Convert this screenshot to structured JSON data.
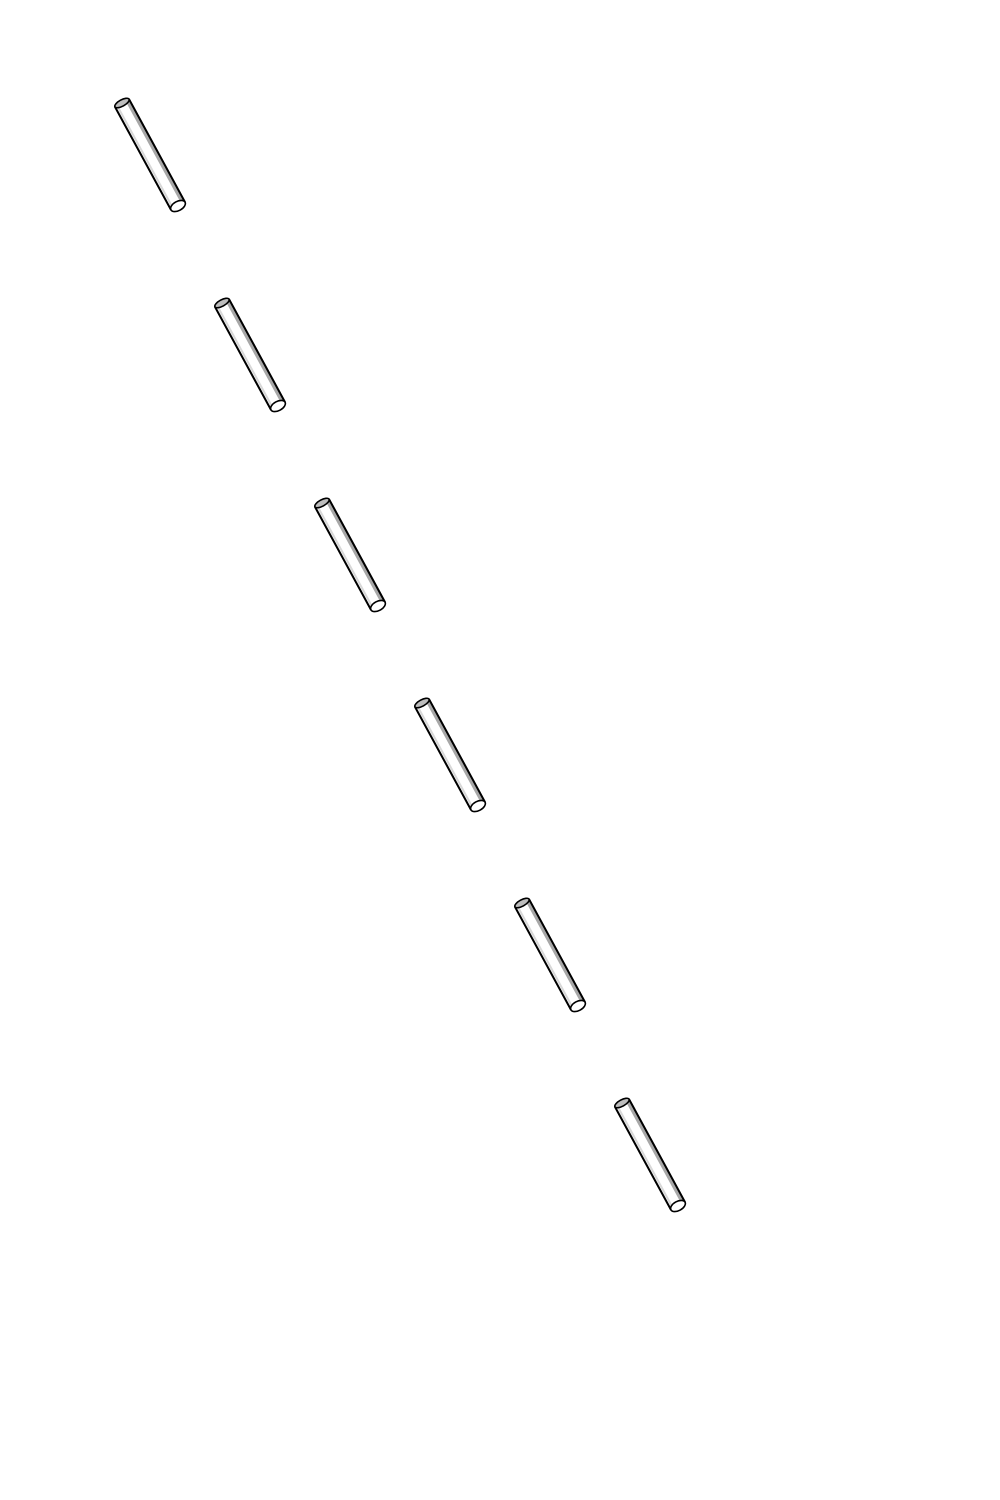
{
  "figure": {
    "description": "",
    "stroke_color": "#5a7060",
    "chalk_outline": "#000000",
    "chalk_highlight": "#ffffff",
    "chalk_shade": "#8a8a8a"
  },
  "steps": [
    {
      "stroke_fraction": 1.0
    },
    {
      "stroke_fraction": 0.78
    },
    {
      "stroke_fraction": 0.58
    },
    {
      "stroke_fraction": 0.38
    },
    {
      "stroke_fraction": 0.18
    },
    {
      "stroke_fraction": 0.0
    }
  ]
}
